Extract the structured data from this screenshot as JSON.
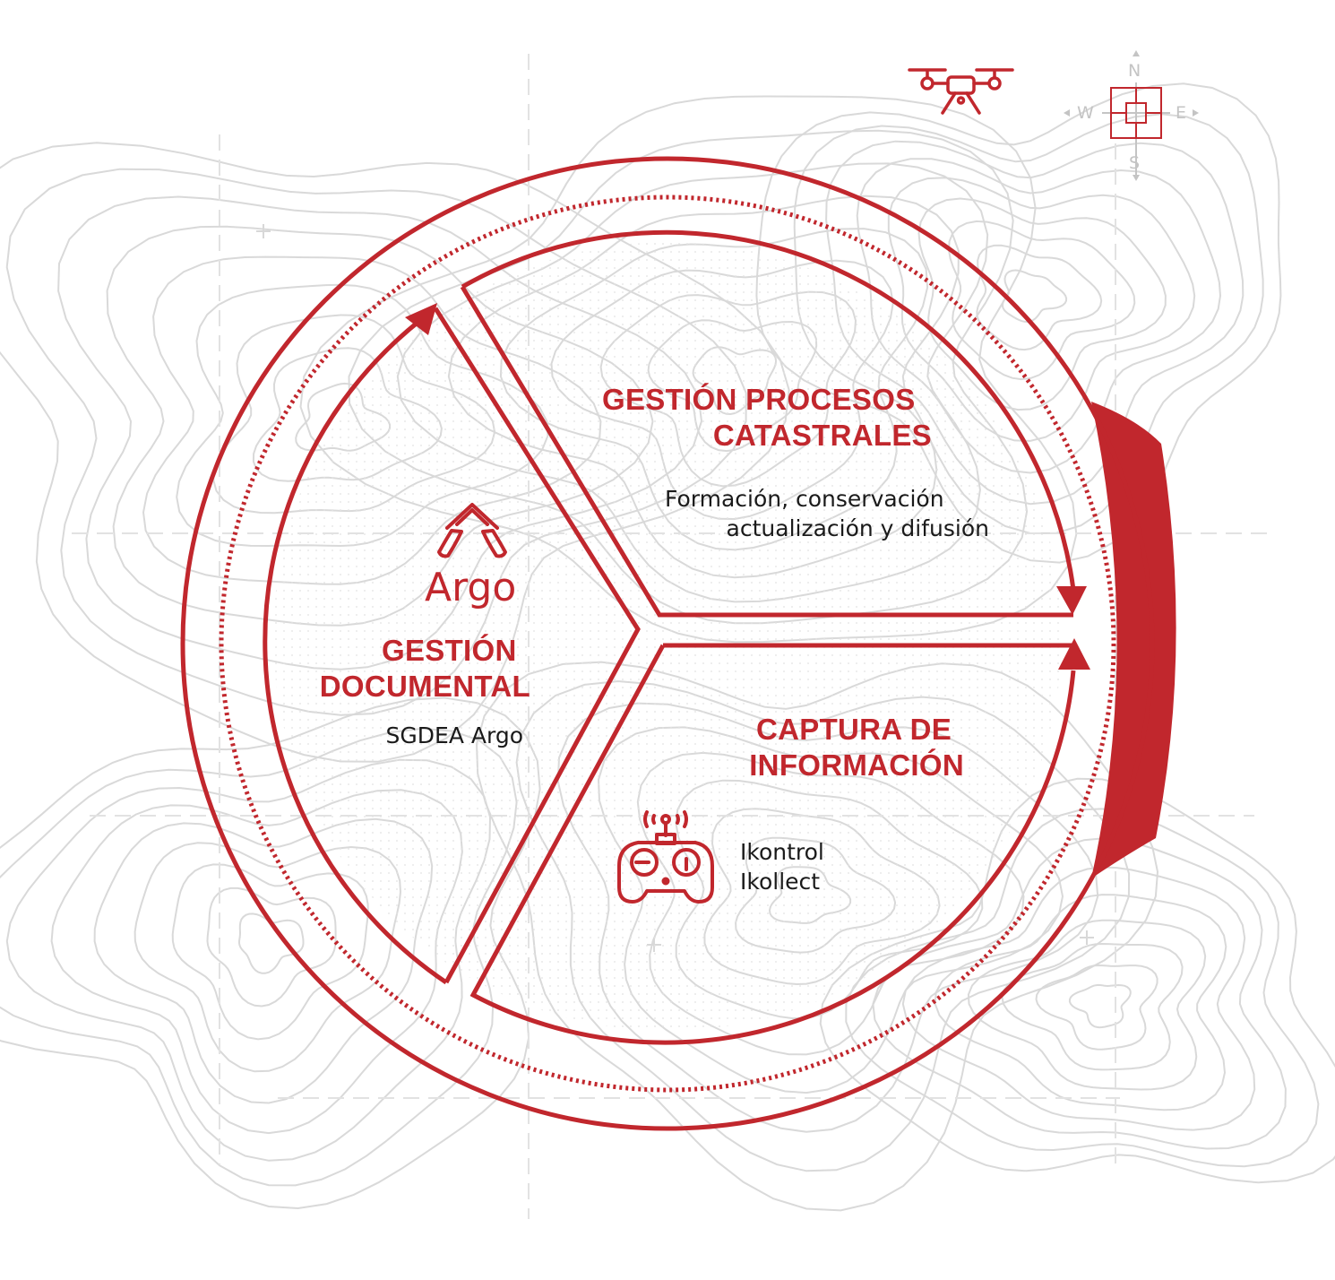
{
  "colors": {
    "accent": "#c1272d",
    "ink": "#1a1a1a",
    "topo": "#d9d9d9",
    "compass": "#c4c4c4"
  },
  "sections": {
    "gestion_procesos": {
      "title_line1": "GESTIÓN PROCESOS",
      "title_line2": "CATASTRALES",
      "desc_line1": "Formación, conservación",
      "desc_line2": "actualización y difusión"
    },
    "gestion_documental": {
      "title_line1": "GESTIÓN",
      "title_line2": "DOCUMENTAL",
      "desc": "SGDEA Argo",
      "logo_word": "Argo"
    },
    "captura": {
      "title_line1": "CAPTURA DE",
      "title_line2": "INFORMACIÓN",
      "tool1": "Ikontrol",
      "tool2": "Ikollect"
    }
  },
  "compass": {
    "north": "N",
    "south": "S",
    "east": "E",
    "west": "W"
  },
  "icons": [
    "drone-icon",
    "compass-icon",
    "argo-logo-icon",
    "remote-controller-icon"
  ]
}
